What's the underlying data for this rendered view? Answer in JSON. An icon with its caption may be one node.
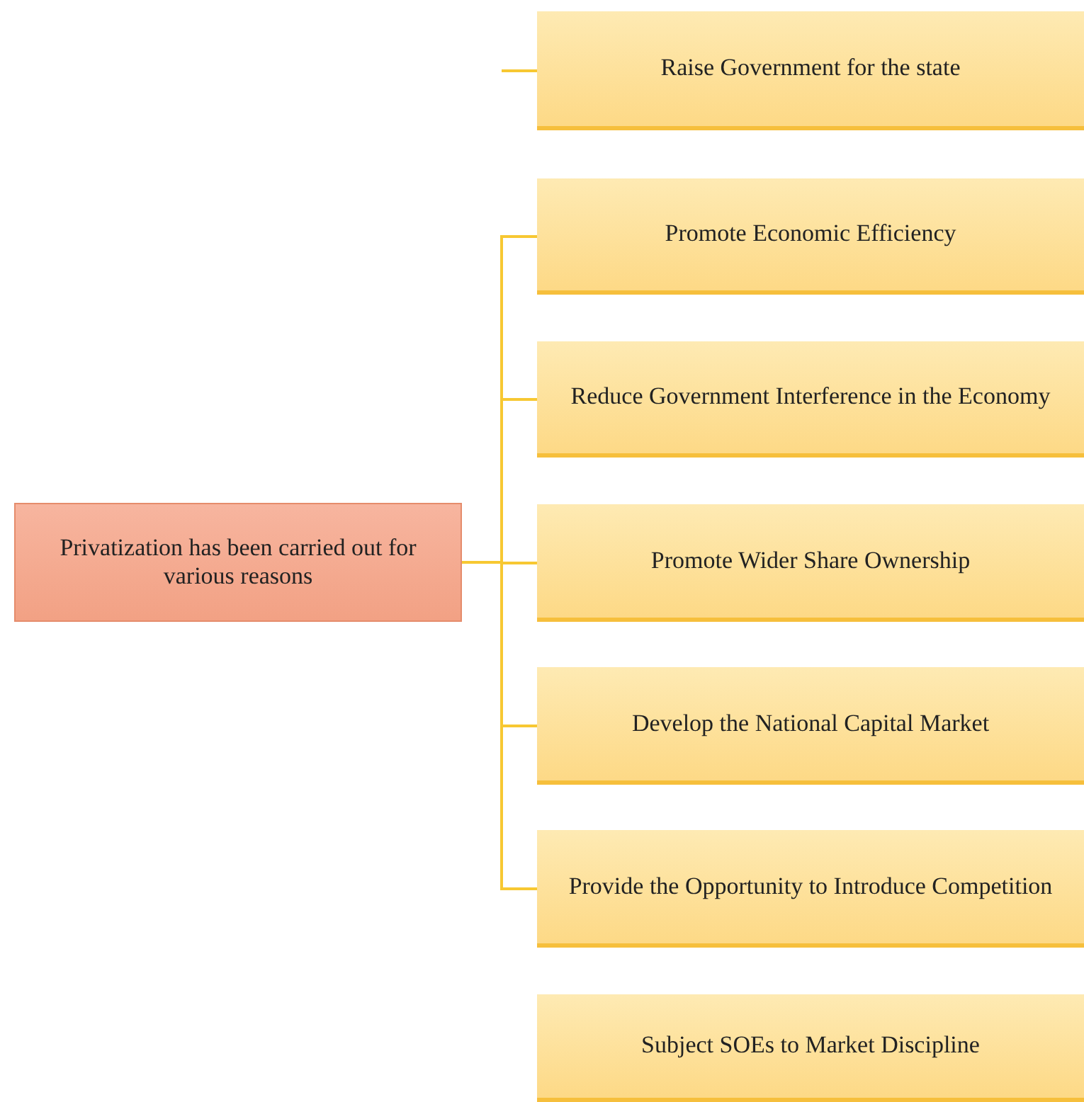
{
  "diagram": {
    "nodes": [
      {
        "text": [
          "Privatization has been carried out for various reasons"
        ]
      },
      {
        "text": [
          "Raise Government for the state"
        ]
      },
      {
        "text": [
          "Promote Economic Efficiency"
        ]
      },
      {
        "text": [
          "Reduce Government Interference in the Economy"
        ]
      },
      {
        "text": [
          "Promote Wider Share Ownership"
        ]
      },
      {
        "text": [
          "Develop the National Capital Market"
        ]
      },
      {
        "text": [
          "Provide the Opportunity to Introduce Competition"
        ]
      },
      {
        "text": [
          "Subject SOEs to Market Discipline"
        ]
      }
    ],
    "edges": [
      {
        "from": null,
        "to": 1,
        "arrow": "none"
      },
      {
        "from": 0,
        "to": 2,
        "arrow": "none"
      },
      {
        "from": 0,
        "to": 3,
        "arrow": "none"
      },
      {
        "from": 0,
        "to": 4,
        "arrow": "none"
      },
      {
        "from": 0,
        "to": 5,
        "arrow": "none"
      },
      {
        "from": 0,
        "to": 6,
        "arrow": "none"
      }
    ]
  }
}
